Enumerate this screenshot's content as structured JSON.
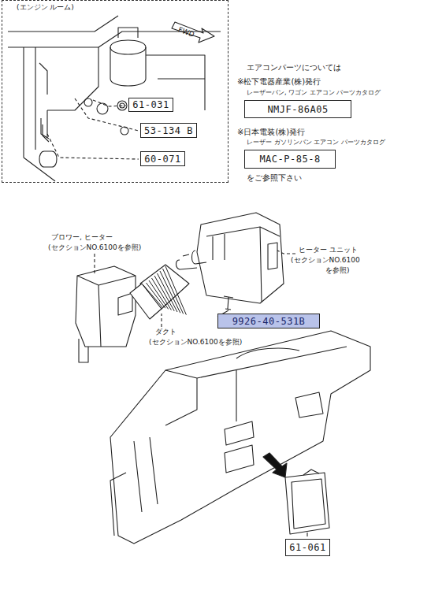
{
  "diagram": {
    "nodes": [
      {
        "text": [
          "(エンジン ルーム)"
        ]
      },
      {
        "text": [
          "61-031"
        ],
        "in": 0
      },
      {
        "text": [
          "53-134 B"
        ],
        "in": 0
      },
      {
        "text": [
          "60-071"
        ],
        "in": 0
      },
      {
        "text": [
          "NMJF-86A05"
        ]
      },
      {
        "text": [
          "MAC-P-85-8"
        ]
      },
      {
        "text": [
          "9926-40-531B"
        ]
      },
      {
        "text": [
          "61-061"
        ]
      }
    ],
    "labels": [
      "FWD",
      "エアコンパーツについては",
      "※松下電器産業(株)発行",
      "レーザーバン, ワゴン エアコン パーツカタログ",
      "※日本電装(株)発行",
      "レーザー ガソリンバン エアコン パーツカタログ",
      "をご参照下さい",
      "ブロワー, ヒーター",
      "(セクションNO.6100を参照)",
      "ヒーター ユニット",
      "(セクションNO.6100",
      "を参照)",
      "ダクト",
      "(セクションNO.6100を参照)"
    ]
  }
}
